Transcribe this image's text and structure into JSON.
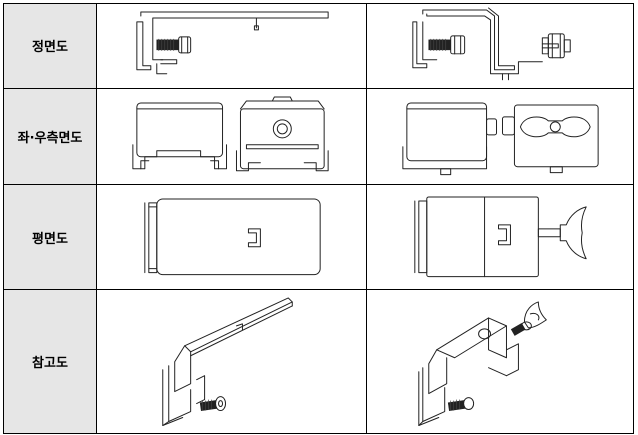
{
  "document": {
    "rows": [
      {
        "id": "front",
        "label": "정면도"
      },
      {
        "id": "side",
        "label": "좌·우측면도"
      },
      {
        "id": "plan",
        "label": "평면도"
      },
      {
        "id": "reference",
        "label": "참고도"
      }
    ]
  }
}
